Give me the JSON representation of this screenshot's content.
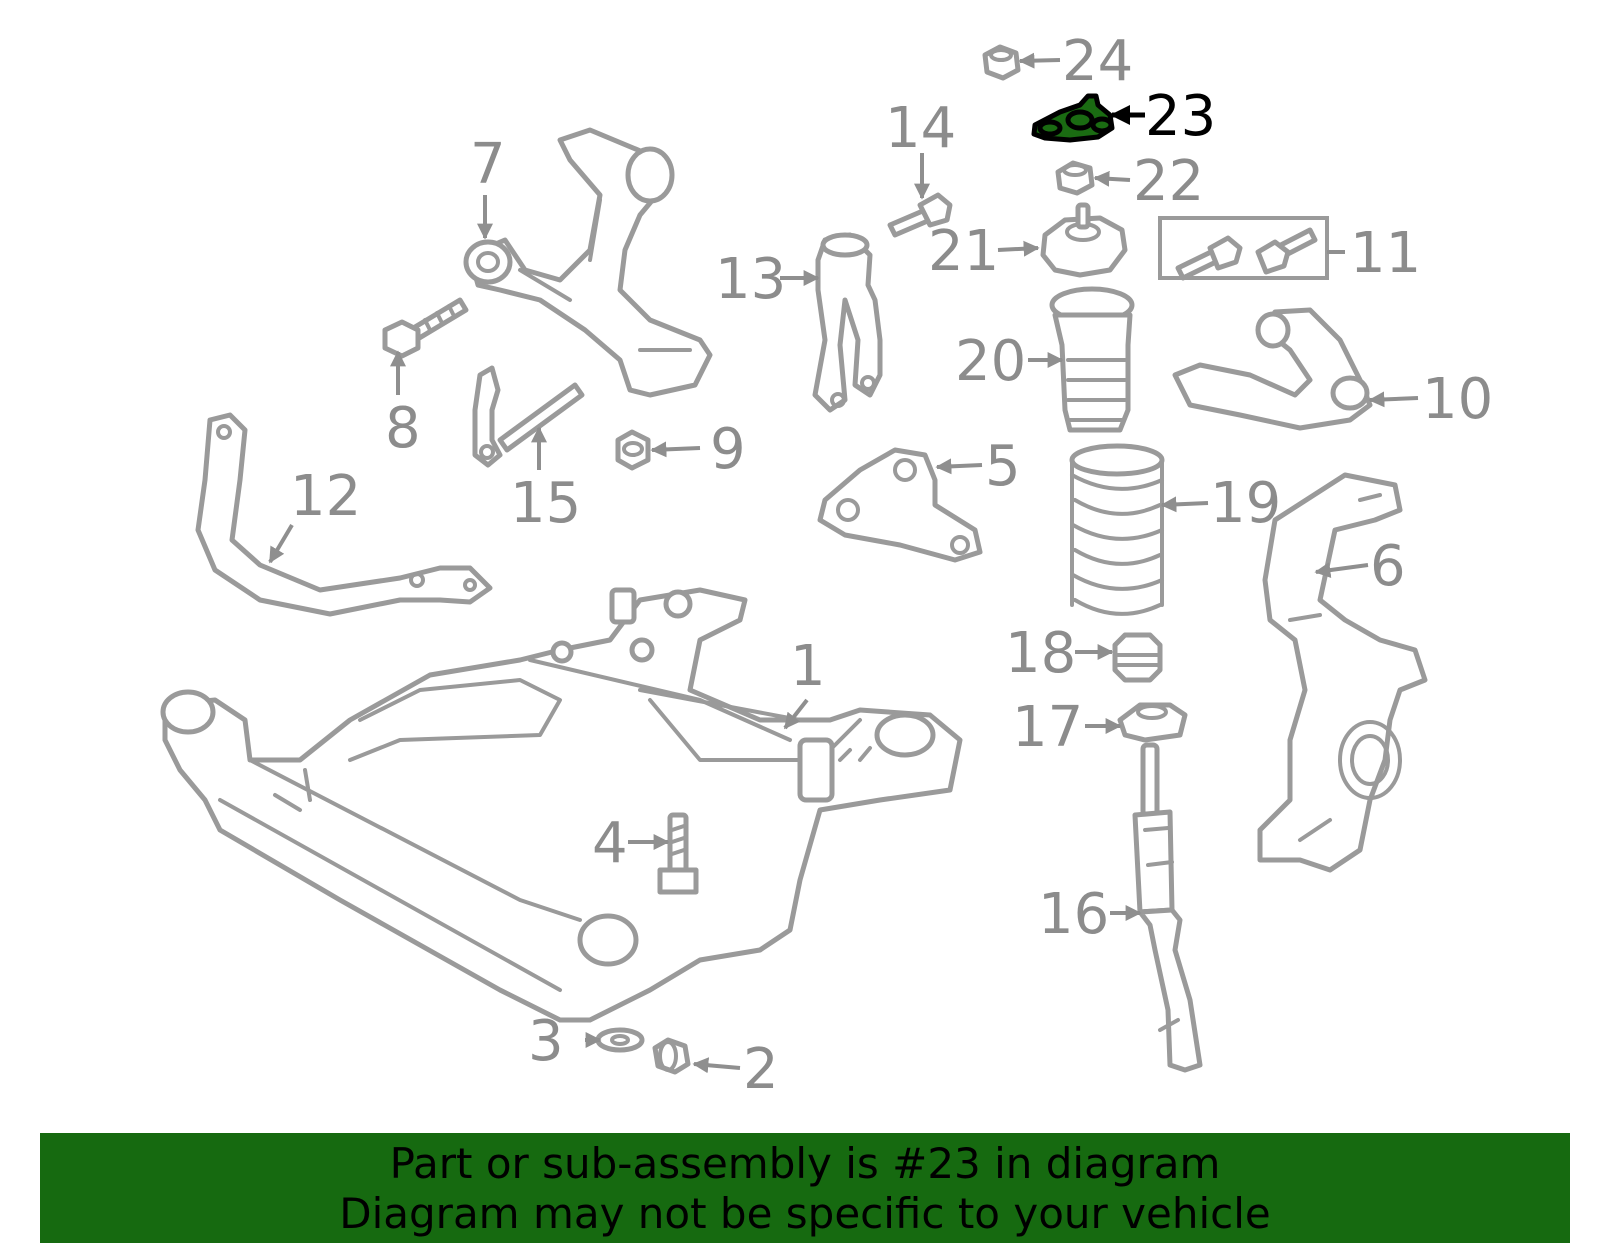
{
  "highlight_part": "23",
  "callouts": [
    {
      "id": "1",
      "label": "1"
    },
    {
      "id": "2",
      "label": "2"
    },
    {
      "id": "3",
      "label": "3"
    },
    {
      "id": "4",
      "label": "4"
    },
    {
      "id": "5",
      "label": "5"
    },
    {
      "id": "6",
      "label": "6"
    },
    {
      "id": "7",
      "label": "7"
    },
    {
      "id": "8",
      "label": "8"
    },
    {
      "id": "9",
      "label": "9"
    },
    {
      "id": "10",
      "label": "10"
    },
    {
      "id": "11",
      "label": "11"
    },
    {
      "id": "12",
      "label": "12"
    },
    {
      "id": "13",
      "label": "13"
    },
    {
      "id": "14",
      "label": "14"
    },
    {
      "id": "15",
      "label": "15"
    },
    {
      "id": "16",
      "label": "16"
    },
    {
      "id": "17",
      "label": "17"
    },
    {
      "id": "18",
      "label": "18"
    },
    {
      "id": "19",
      "label": "19"
    },
    {
      "id": "20",
      "label": "20"
    },
    {
      "id": "21",
      "label": "21"
    },
    {
      "id": "22",
      "label": "22"
    },
    {
      "id": "23",
      "label": "23"
    },
    {
      "id": "24",
      "label": "24"
    }
  ],
  "banner": {
    "line1": "Part or sub-assembly is #23 in diagram",
    "line2": "Diagram may not be specific to your vehicle"
  },
  "colors": {
    "highlight": "#1a6b12",
    "banner": "#166a10",
    "line_art": "#9a9a9a"
  }
}
